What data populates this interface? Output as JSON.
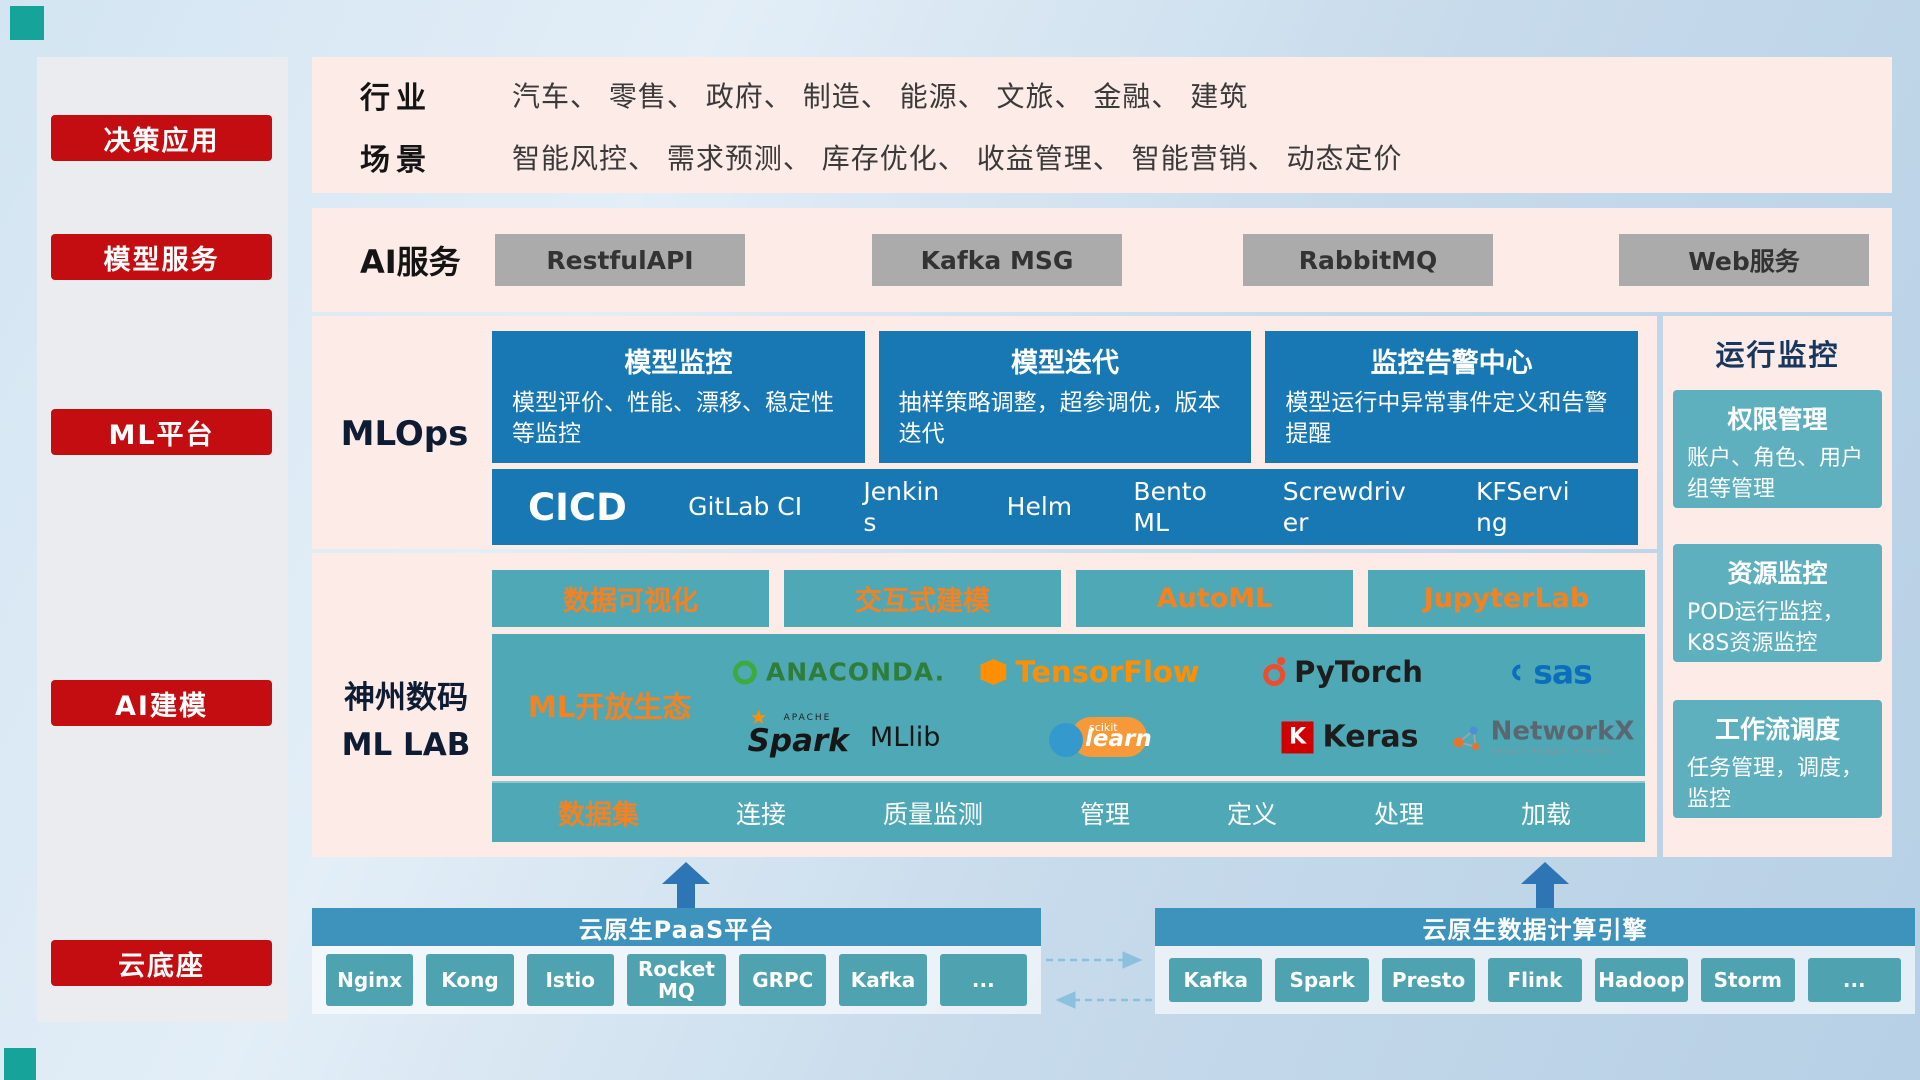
{
  "colors": {
    "red": "#c40d11",
    "panel_pink": "#fcebe7",
    "blue_card": "#1878b4",
    "teal": "#4fa8b6",
    "teal_light": "#5eb0bf",
    "orange": "#f58220",
    "navy": "#17375e",
    "bottom_header_blue": "#3e93bd",
    "arrow_blue": "#2e75b6",
    "corner_teal": "#16a49a"
  },
  "sidebar": {
    "items": [
      {
        "label": "决策应用"
      },
      {
        "label": "模型服务"
      },
      {
        "label": "ML平台"
      },
      {
        "label": "AI建模"
      },
      {
        "label": "云底座"
      }
    ]
  },
  "industry_panel": {
    "rows": [
      {
        "label": "行业",
        "text": "汽车、 零售、 政府、 制造、 能源、 文旅、 金融、 建筑"
      },
      {
        "label": "场景",
        "text": "智能风控、 需求预测、 库存优化、 收益管理、 智能营销、 动态定价"
      }
    ]
  },
  "ai_service_panel": {
    "label": "AI服务",
    "buttons": [
      "RestfulAPI",
      "Kafka MSG",
      "RabbitMQ",
      "Web服务"
    ]
  },
  "mlops_panel": {
    "label": "MLOps",
    "cards": [
      {
        "title": "模型监控",
        "desc": "模型评价、性能、漂移、稳定性等监控"
      },
      {
        "title": "模型迭代",
        "desc": "抽样策略调整，超参调优，版本迭代"
      },
      {
        "title": "监控告警中心",
        "desc": "模型运行中异常事件定义和告警提醒"
      }
    ],
    "cicd": {
      "title": "CICD",
      "tools": [
        "GitLab CI",
        "Jenkins",
        "Helm",
        "BentoML",
        "Screwdriver",
        "KFServing"
      ]
    }
  },
  "mllab_panel": {
    "label_line1": "神州数码",
    "label_line2": "ML LAB",
    "top_buttons": [
      "数据可视化",
      "交互式建模",
      "AutoML",
      "JupyterLab"
    ],
    "ecosystem_label": "ML开放生态",
    "logos": {
      "anaconda": "ANACONDA.",
      "tensorflow": "TensorFlow",
      "pytorch": "PyTorch",
      "sas": "sas",
      "spark_apache": "APACHE",
      "spark_star": "★",
      "spark": "Spark",
      "mllib": "MLlib",
      "sklearn_sub": "scikit",
      "sklearn": "learn",
      "keras_k": "K",
      "keras": "Keras",
      "networkx": "NetworkX",
      "networkx_tag": "Network Analysis in Python"
    },
    "dataset_row": {
      "label": "数据集",
      "items": [
        "连接",
        "质量监测",
        "管理",
        "定义",
        "处理",
        "加载"
      ]
    }
  },
  "monitor_panel": {
    "title": "运行监控",
    "cards": [
      {
        "title": "权限管理",
        "desc": "账户、角色、用户组等管理"
      },
      {
        "title": "资源监控",
        "desc": "POD运行监控，K8S资源监控"
      },
      {
        "title": "工作流调度",
        "desc": "任务管理，调度，监控"
      }
    ]
  },
  "bottom": {
    "paas": {
      "title": "云原生PaaS平台",
      "items": [
        "Nginx",
        "Kong",
        "Istio",
        "RocketMQ",
        "GRPC",
        "Kafka",
        "..."
      ]
    },
    "engine": {
      "title": "云原生数据计算引擎",
      "items": [
        "Kafka",
        "Spark",
        "Presto",
        "Flink",
        "Hadoop",
        "Storm",
        "..."
      ]
    }
  }
}
